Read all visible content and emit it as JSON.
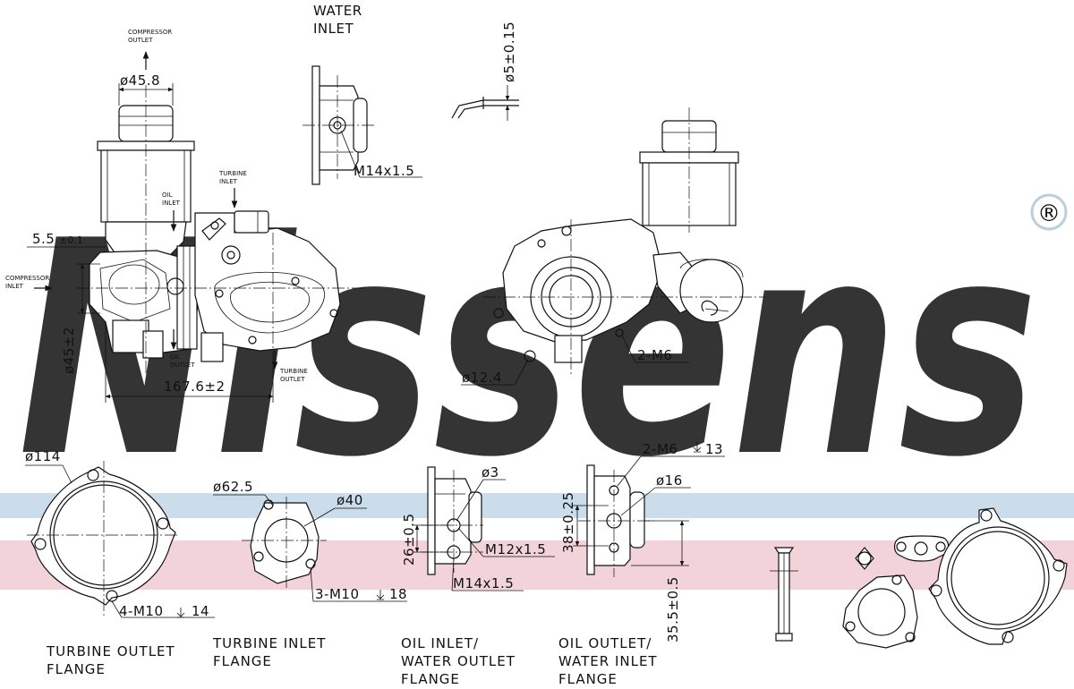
{
  "brand": {
    "watermark": "Nissens",
    "registered_mark": "®",
    "watermark_color": "#b9cfe0",
    "band_pink": "#f2d3da",
    "band_blue": "#cbdcea"
  },
  "flow_labels": {
    "compressor_outlet": [
      "COMPRESSOR",
      "OUTLET"
    ],
    "compressor_inlet": [
      "COMPRESSOR",
      "INLET"
    ],
    "oil_inlet": [
      "OIL",
      "INLET"
    ],
    "oil_outlet": [
      "OIL",
      "OUTLET"
    ],
    "turbine_inlet": [
      "TURBINE",
      "INLET"
    ],
    "turbine_outlet": [
      "TURBINE",
      "OUTLET"
    ],
    "water_inlet": [
      "WATER",
      "INLET"
    ]
  },
  "dimensions": {
    "compressor_outlet_dia": "ø45.8",
    "offset": "5.5",
    "offset_tol": "±0.1",
    "compressor_inlet_dia": "ø45±2",
    "length": "167.6±2",
    "water_inlet_thread": "M14x1.5",
    "pipe_dia": "ø5±0.15",
    "mount_holes": "2-M6",
    "port_dia": "ø12.4",
    "turbine_outlet_dia": "ø114",
    "turbine_outlet_holes": "4-M10",
    "turbine_outlet_depth": "14",
    "turbine_inlet_dia": "ø62.5",
    "turbine_inlet_bore": "ø40",
    "turbine_inlet_holes": "3-M10",
    "turbine_inlet_depth": "18",
    "oil_inlet_hole": "ø3",
    "oil_inlet_height": "26±0.5",
    "oil_inlet_thread_1": "M12x1.5",
    "oil_inlet_thread_2": "M14x1.5",
    "oil_outlet_holes": "2-M6",
    "oil_outlet_depth": "13",
    "oil_outlet_dia": "ø16",
    "oil_outlet_height": "38±0.25",
    "oil_outlet_offset": "35.5±0.5"
  },
  "captions": {
    "turbine_outlet": [
      "TURBINE OUTLET",
      "FLANGE"
    ],
    "turbine_inlet": [
      "TURBINE INLET",
      "FLANGE"
    ],
    "oil_inlet": [
      "OIL INLET/",
      "WATER OUTLET",
      "FLANGE"
    ],
    "oil_outlet": [
      "OIL OUTLET/",
      "WATER INLET",
      "FLANGE"
    ]
  }
}
